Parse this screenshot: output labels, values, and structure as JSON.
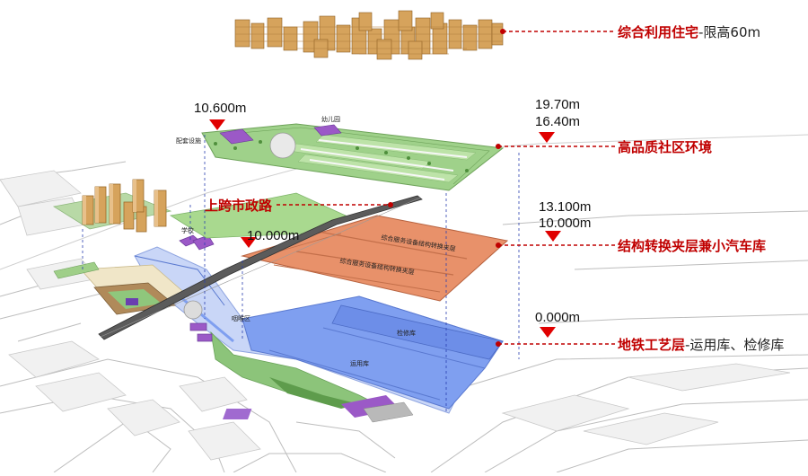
{
  "callouts": {
    "residential_main": "综合利用住宅",
    "residential_sub": "-限高60m",
    "community_main": "高品质社区环境",
    "road_main": "上跨市政路",
    "transfer_main": "结构转换夹层兼小汽车库",
    "metro_main": "地铁工艺层",
    "metro_sub": "-运用库、检修库"
  },
  "elevations": {
    "top_left": "10.600m",
    "top_right_1": "19.70m",
    "top_right_2": "16.40m",
    "mid_left": "10.000m",
    "mid_right_1": "13.100m",
    "mid_right_2": "10.000m",
    "ground": "0.000m"
  },
  "zone_labels": {
    "kindergarten": "幼儿园",
    "facilities": "配套设施",
    "school": "学校",
    "transfer_1": "综合服务设备结构转换夹层",
    "transfer_2": "综合服务设备结构转换夹层",
    "throat": "咽喉区",
    "maintenance": "检修库",
    "operation": "运用库"
  },
  "colors": {
    "callout_red": "#c00000",
    "marker_red": "#e00000",
    "green_deck": "#9fd18a",
    "orange_deck": "#e8916a",
    "blue_deck": "#7f9ff0",
    "building_tan": "#d6a35c",
    "purple": "#9b59c7"
  }
}
